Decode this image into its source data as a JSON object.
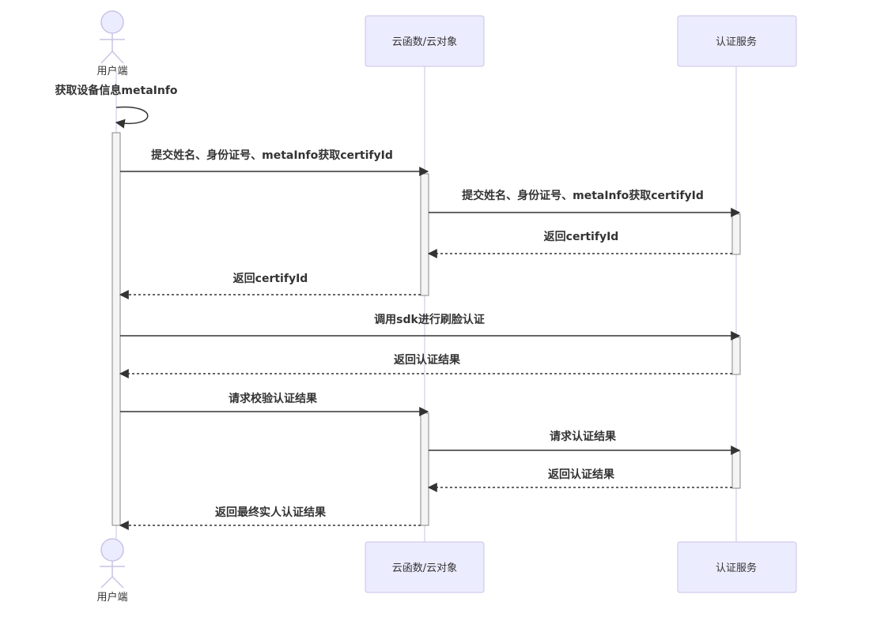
{
  "participants": {
    "user": {
      "label": "用户端",
      "type": "actor"
    },
    "cloud": {
      "label": "云函数/云对象",
      "type": "box"
    },
    "auth": {
      "label": "认证服务",
      "type": "box"
    }
  },
  "messages": [
    {
      "from": "user",
      "to": "user",
      "label": "获取设备信息metaInfo",
      "style": "solid"
    },
    {
      "from": "user",
      "to": "cloud",
      "label": "提交姓名、身份证号、metaInfo获取certifyId",
      "style": "solid"
    },
    {
      "from": "cloud",
      "to": "auth",
      "label": "提交姓名、身份证号、metaInfo获取certifyId",
      "style": "solid"
    },
    {
      "from": "auth",
      "to": "cloud",
      "label": "返回certifyId",
      "style": "dashed"
    },
    {
      "from": "cloud",
      "to": "user",
      "label": "返回certifyId",
      "style": "dashed"
    },
    {
      "from": "user",
      "to": "auth",
      "label": "调用sdk进行刷脸认证",
      "style": "solid"
    },
    {
      "from": "auth",
      "to": "user",
      "label": "返回认证结果",
      "style": "dashed"
    },
    {
      "from": "user",
      "to": "cloud",
      "label": "请求校验认证结果",
      "style": "solid"
    },
    {
      "from": "cloud",
      "to": "auth",
      "label": "请求认证结果",
      "style": "solid"
    },
    {
      "from": "auth",
      "to": "cloud",
      "label": "返回认证结果",
      "style": "dashed"
    },
    {
      "from": "cloud",
      "to": "user",
      "label": "返回最终实人认证结果",
      "style": "dashed"
    }
  ]
}
